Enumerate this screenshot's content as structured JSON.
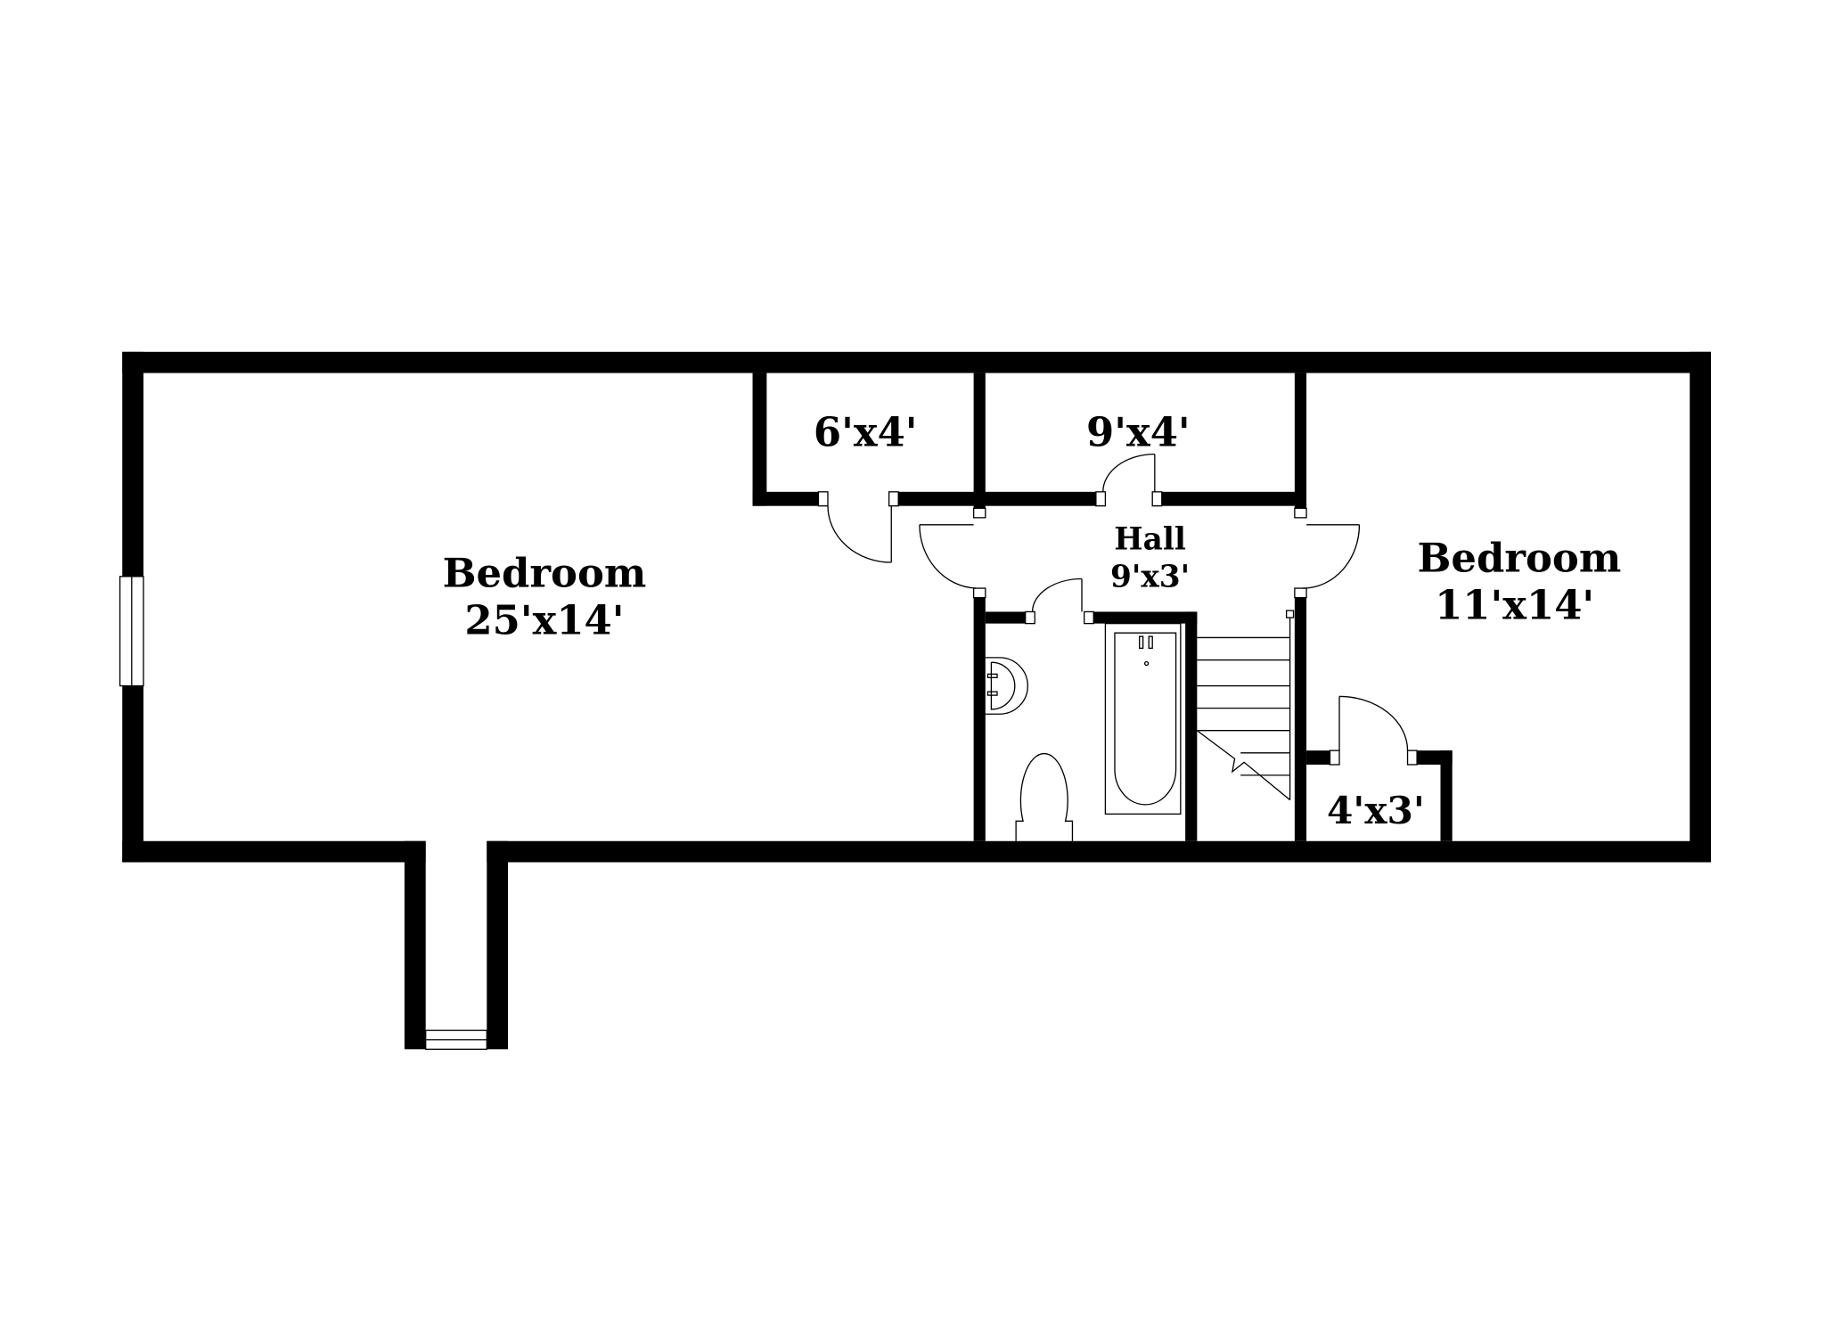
{
  "rooms": {
    "bedroom_large": {
      "name": "Bedroom",
      "size": "25'x14'"
    },
    "closet_a": {
      "size": "6'x4'"
    },
    "closet_b": {
      "size": "9'x4'"
    },
    "hall": {
      "name": "Hall",
      "size": "9'x3'"
    },
    "bedroom_small": {
      "name": "Bedroom",
      "size": "11'x14'"
    },
    "closet_c": {
      "size": "4'x3'"
    }
  },
  "colors": {
    "wall": "#000000",
    "background": "#ffffff"
  }
}
